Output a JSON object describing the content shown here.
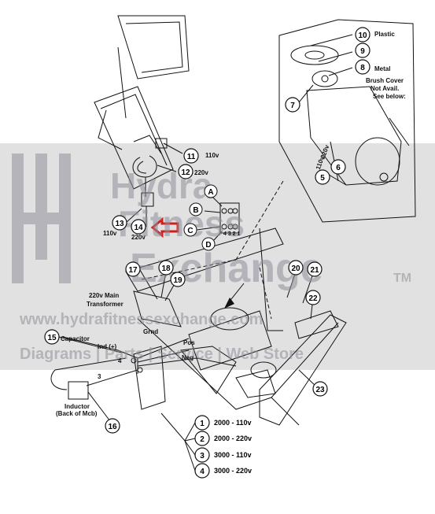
{
  "callouts": [
    {
      "id": "c1",
      "num": "1"
    },
    {
      "id": "c2",
      "num": "2"
    },
    {
      "id": "c3",
      "num": "3"
    },
    {
      "id": "c4",
      "num": "4"
    },
    {
      "id": "c5",
      "num": "5"
    },
    {
      "id": "c6",
      "num": "6"
    },
    {
      "id": "c7",
      "num": "7"
    },
    {
      "id": "c8",
      "num": "8"
    },
    {
      "id": "c9",
      "num": "9"
    },
    {
      "id": "c10",
      "num": "10"
    },
    {
      "id": "c11",
      "num": "11"
    },
    {
      "id": "c12",
      "num": "12"
    },
    {
      "id": "c13",
      "num": "13"
    },
    {
      "id": "c14",
      "num": "14"
    },
    {
      "id": "c15",
      "num": "15"
    },
    {
      "id": "c16",
      "num": "16"
    },
    {
      "id": "c17",
      "num": "17"
    },
    {
      "id": "c18",
      "num": "18"
    },
    {
      "id": "c19",
      "num": "19"
    },
    {
      "id": "c20",
      "num": "20"
    },
    {
      "id": "c21",
      "num": "21"
    },
    {
      "id": "c22",
      "num": "22"
    },
    {
      "id": "c23",
      "num": "23"
    }
  ],
  "letters": [
    "A",
    "B",
    "C",
    "D"
  ],
  "labels": {
    "plastic": "Plastic",
    "metal": "Metal",
    "brush1": "Brush Cover",
    "brush2": "Not Avail.",
    "brush3": "See below:",
    "v110a": "110v",
    "v220a": "220v",
    "v110b": "110v",
    "v220b": "220v",
    "v110c": "110v",
    "v220c": "220v",
    "transformer1": "220v Main",
    "transformer2": "Transformer",
    "capacitor": "Capacitor",
    "grnd": "Grnd",
    "ind": "Ind (+)",
    "pos": "Pos",
    "neg": "Neg",
    "wire3": "3",
    "wire4": "4",
    "inductor1": "Inductor",
    "inductor2": "(Back of Mcb)",
    "terminal": "4 3 2 1"
  },
  "legend": [
    {
      "num": "1",
      "text": "2000 - 110v"
    },
    {
      "num": "2",
      "text": "2000 - 220v"
    },
    {
      "num": "3",
      "text": "3000 - 110v"
    },
    {
      "num": "4",
      "text": "3000 - 220v"
    }
  ],
  "watermark": {
    "line1": "Hydra",
    "line2": "Fitness",
    "line3": "Exchange",
    "tm": "TM",
    "url": "www.hydrafitnessexchange.com",
    "bottom": "Diagrams | Parts | Service | Web Store"
  },
  "colors": {
    "arrow": "#d21e1e",
    "ink": "#111111",
    "watermark": "#8f8f9a"
  }
}
